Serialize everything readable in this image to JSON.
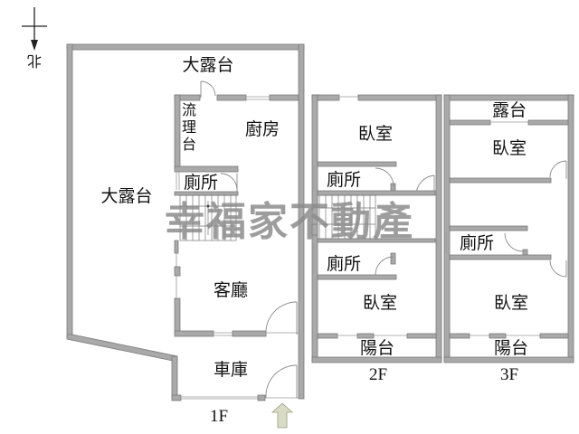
{
  "compass": {
    "direction_label": "北",
    "icon": "north-arrow-icon"
  },
  "watermark": {
    "text": "幸福家不動產",
    "color": "#8c8c8c"
  },
  "colors": {
    "wall": "#a9a9a9",
    "entrance_arrow": "#d9dcc4",
    "text": "#111111"
  },
  "floors": [
    {
      "name": "1F",
      "rooms": [
        {
          "id": "large-terrace-top",
          "label": "大露台"
        },
        {
          "id": "large-terrace-side",
          "label": "大露台"
        },
        {
          "id": "sink-counter",
          "label": "流理台",
          "chars": [
            "流",
            "理",
            "台"
          ]
        },
        {
          "id": "kitchen",
          "label": "廚房"
        },
        {
          "id": "toilet",
          "label": "廁所"
        },
        {
          "id": "living-room",
          "label": "客廳"
        },
        {
          "id": "garage",
          "label": "車庫"
        }
      ],
      "entrance": {
        "icon": "entrance-arrow-icon"
      }
    },
    {
      "name": "2F",
      "rooms": [
        {
          "id": "bedroom-front",
          "label": "臥室"
        },
        {
          "id": "toilet-upper",
          "label": "廁所"
        },
        {
          "id": "toilet-lower",
          "label": "廁所"
        },
        {
          "id": "bedroom-back",
          "label": "臥室"
        },
        {
          "id": "balcony",
          "label": "陽台"
        }
      ]
    },
    {
      "name": "3F",
      "rooms": [
        {
          "id": "terrace",
          "label": "露台"
        },
        {
          "id": "bedroom-front",
          "label": "臥室"
        },
        {
          "id": "toilet",
          "label": "廁所"
        },
        {
          "id": "bedroom-back",
          "label": "臥室"
        },
        {
          "id": "balcony",
          "label": "陽台"
        }
      ]
    }
  ]
}
